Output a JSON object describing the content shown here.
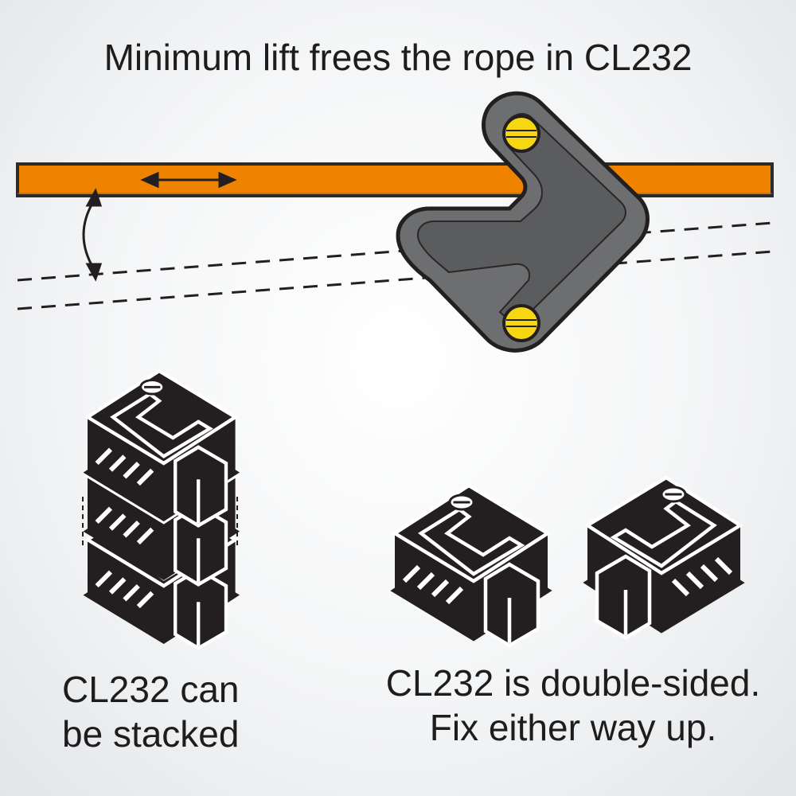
{
  "title": "Minimum lift frees the rope in CL232",
  "captions": {
    "stacked": [
      "CL232 can",
      "be stacked"
    ],
    "double_sided": [
      "CL232 is double-sided.",
      "Fix either way up."
    ]
  },
  "colors": {
    "rope": "#ef8300",
    "rope_outline": "#2b2b2b",
    "cleat_body": "#6d6e70",
    "cleat_outline": "#231f20",
    "screw": "#f6d711",
    "dashed_line": "#231f20",
    "miniature_fill": "#231f20",
    "background": "#f2f3f4"
  },
  "icons": {
    "horizontal_arrow": "double-headed-arrow-icon",
    "angle_arrow": "curved-double-arrow-icon",
    "screw": "slotted-screw-icon"
  }
}
